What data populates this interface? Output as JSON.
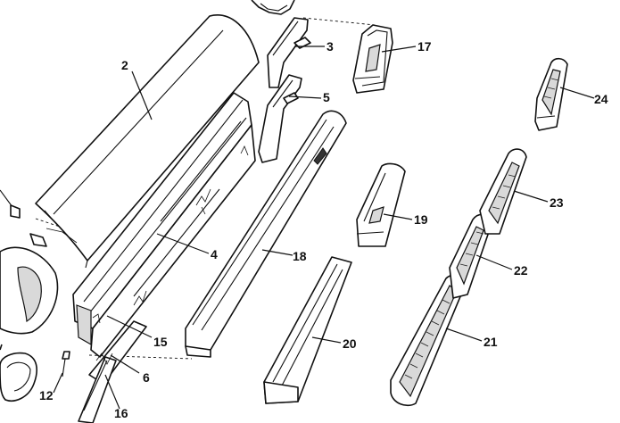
{
  "callouts": [
    {
      "id": "2",
      "text": "2"
    },
    {
      "id": "3",
      "text": "3"
    },
    {
      "id": "4",
      "text": "4"
    },
    {
      "id": "5",
      "text": "5"
    },
    {
      "id": "6",
      "text": "6"
    },
    {
      "id": "12",
      "text": "12"
    },
    {
      "id": "15",
      "text": "15"
    },
    {
      "id": "16",
      "text": "16"
    },
    {
      "id": "17",
      "text": "17"
    },
    {
      "id": "18",
      "text": "18"
    },
    {
      "id": "19",
      "text": "19"
    },
    {
      "id": "20",
      "text": "20"
    },
    {
      "id": "21",
      "text": "21"
    },
    {
      "id": "22",
      "text": "22"
    },
    {
      "id": "23",
      "text": "23"
    },
    {
      "id": "24",
      "text": "24"
    }
  ]
}
